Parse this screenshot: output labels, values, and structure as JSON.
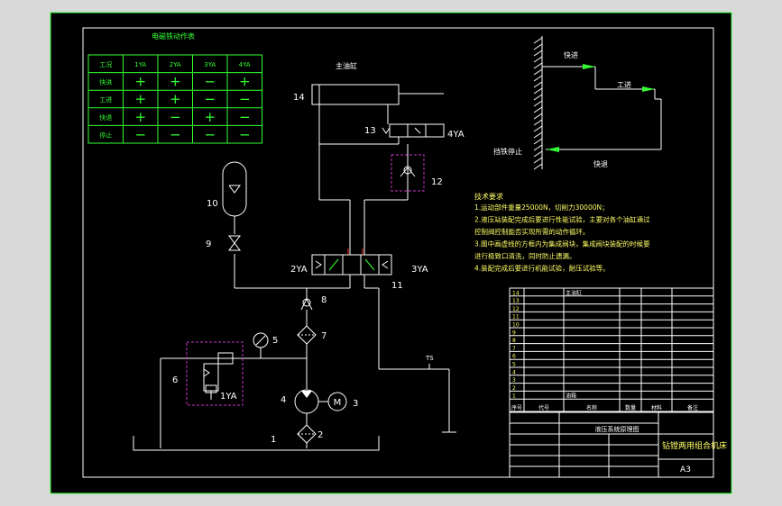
{
  "table_title": "电磁铁动作表",
  "action_table": {
    "headers": [
      "工况",
      "1YA",
      "2YA",
      "3YA",
      "4YA"
    ],
    "rows": [
      {
        "label": "快进",
        "cells": [
          "+",
          "+",
          "−",
          "+"
        ]
      },
      {
        "label": "工进",
        "cells": [
          "+",
          "+",
          "−",
          "−"
        ]
      },
      {
        "label": "快退",
        "cells": [
          "+",
          "−",
          "+",
          "−"
        ]
      },
      {
        "label": "停止",
        "cells": [
          "−",
          "−",
          "−",
          "−"
        ]
      }
    ]
  },
  "cylinder_title": "主油缸",
  "component_labels": [
    "14",
    "13",
    "4YA",
    "12",
    "10",
    "9",
    "2YA",
    "3YA",
    "11",
    "8",
    "7",
    "5",
    "6",
    "1YA",
    "4",
    "3",
    "2",
    "1"
  ],
  "motor_symbol": "M",
  "tank_label": "TS",
  "cycle_labels": {
    "fast_forward": "快进",
    "work_feed": "工进",
    "stop": "挡铁停止",
    "fast_return": "快退"
  },
  "tech_title": "技术要求",
  "tech_lines": [
    "1.运动部件重量25000N，切削力30000N；",
    "2.液压站装配完成后要进行性能试验，主要对各个油缸通过",
    "  控制阀控制能否实现所需的动作循环。",
    "3.图中画虚线的方框内为集成阀块，集成阀块装配的时候要",
    "  进行极致口清洗，同时防止遗漏。",
    "4.装配完成后要进行机能试验，耐压试验等。"
  ],
  "parts_list": [
    {
      "no": "14",
      "code": "",
      "name": "主油缸"
    },
    {
      "no": "13",
      "code": "",
      "name": ""
    },
    {
      "no": "12",
      "code": "",
      "name": ""
    },
    {
      "no": "11",
      "code": "",
      "name": ""
    },
    {
      "no": "10",
      "code": "",
      "name": ""
    },
    {
      "no": "9",
      "code": "",
      "name": ""
    },
    {
      "no": "8",
      "code": "",
      "name": ""
    },
    {
      "no": "7",
      "code": "",
      "name": ""
    },
    {
      "no": "6",
      "code": "",
      "name": ""
    },
    {
      "no": "5",
      "code": "",
      "name": ""
    },
    {
      "no": "4",
      "code": "",
      "name": ""
    },
    {
      "no": "3",
      "code": "",
      "name": ""
    },
    {
      "no": "2",
      "code": "",
      "name": ""
    },
    {
      "no": "1",
      "code": "",
      "name": "油箱"
    }
  ],
  "parts_header": [
    "序号",
    "代号",
    "名称",
    "数量",
    "材料",
    "备注"
  ],
  "title_block": {
    "drawing_name": "液压系统原理图",
    "machine_name": "钻镗两用组合机床",
    "sheet_size": "A3"
  }
}
